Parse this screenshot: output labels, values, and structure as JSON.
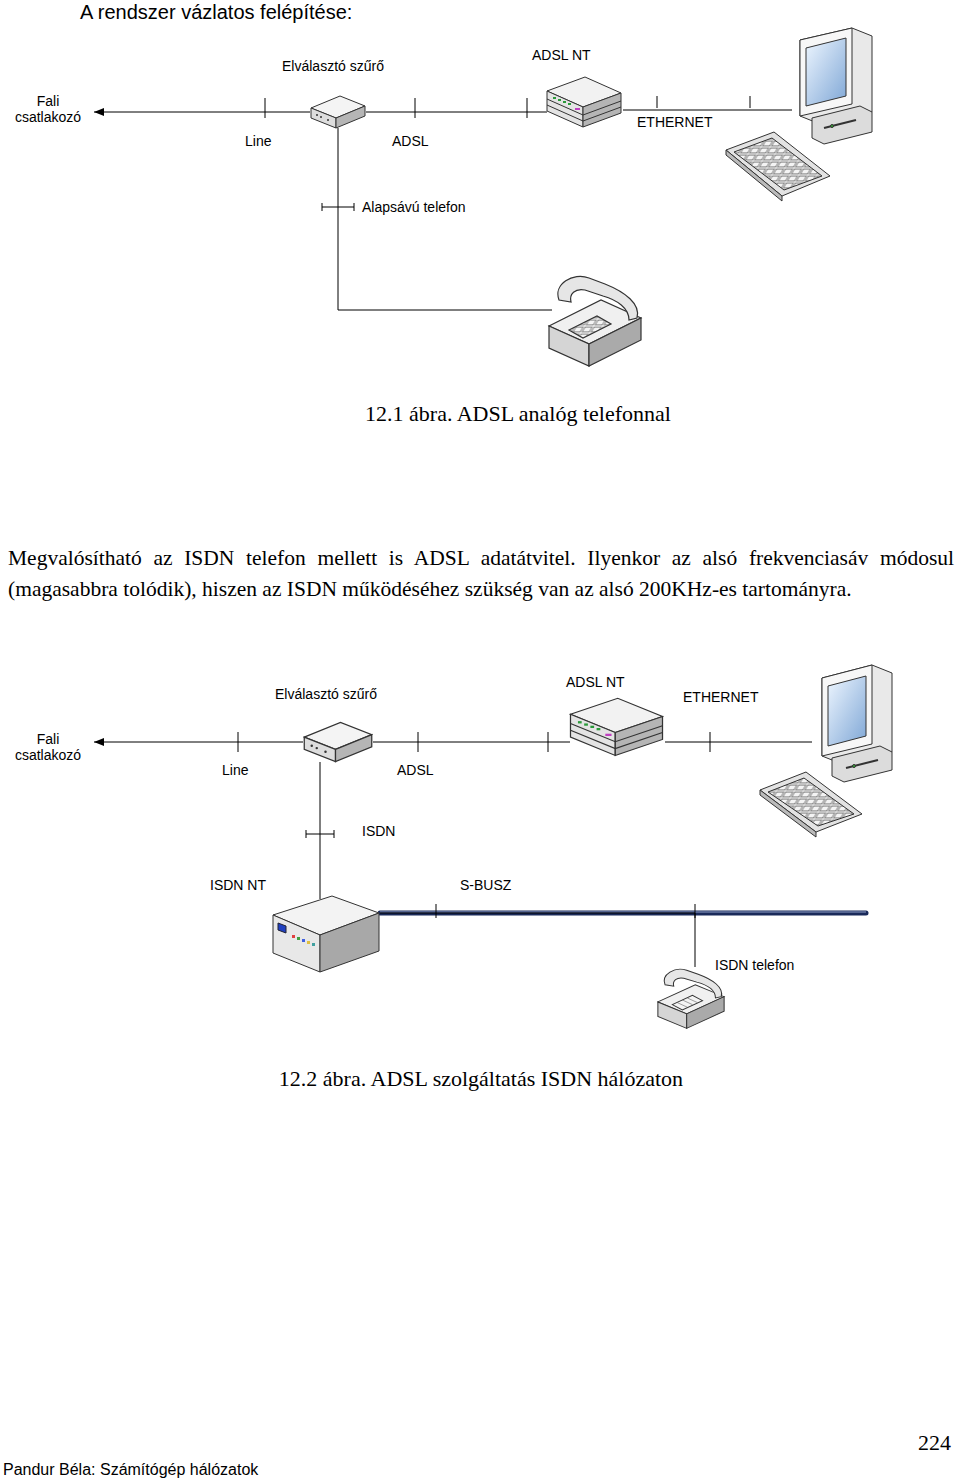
{
  "diagram": {
    "title": "A rendszer vázlatos felépítése:",
    "nodes": [
      {
        "text": [
          "Fali csatlakozó"
        ]
      },
      {
        "text": [
          "Elválasztó szűrő"
        ]
      },
      {
        "text": [
          "ADSL NT"
        ]
      },
      {
        "text": [
          "Fali csatlakozó"
        ]
      },
      {
        "text": [
          "Elválasztó szűrő"
        ]
      },
      {
        "text": [
          "ADSL NT"
        ]
      },
      {
        "text": [
          "ISDN NT"
        ]
      },
      {
        "text": [
          "ISDN telefon"
        ]
      }
    ],
    "edges": [
      {
        "from": 1,
        "to": 0,
        "label": "Line",
        "arrow": "to"
      },
      {
        "from": 1,
        "to": 2,
        "label": "ADSL",
        "arrow": "none"
      },
      {
        "from": 4,
        "to": 3,
        "label": "Line",
        "arrow": "to"
      },
      {
        "from": 4,
        "to": 5,
        "label": "ADSL",
        "arrow": "none"
      },
      {
        "from": 4,
        "to": 6,
        "label": "ISDN",
        "arrow": "none"
      },
      {
        "from": 6,
        "to": 7,
        "label": "S-BUSZ",
        "arrow": "none"
      }
    ],
    "labels": [
      "ETHERNET",
      "Alapsávú telefon",
      "12.1 ábra. ADSL analóg telefonnal",
      "Megvalósítható az ISDN telefon mellett is ADSL adatátvitel. Ilyenkor az alsó frekvenciasáv módosul (magasabbra tolódik), hiszen az ISDN működéséhez szükség van az alsó 200KHz-es tartományra.",
      "ETHERNET",
      "12.2 ábra. ADSL szolgáltatás ISDN hálózaton",
      "224",
      "Pandur Béla: Számítógép hálózatok"
    ]
  }
}
